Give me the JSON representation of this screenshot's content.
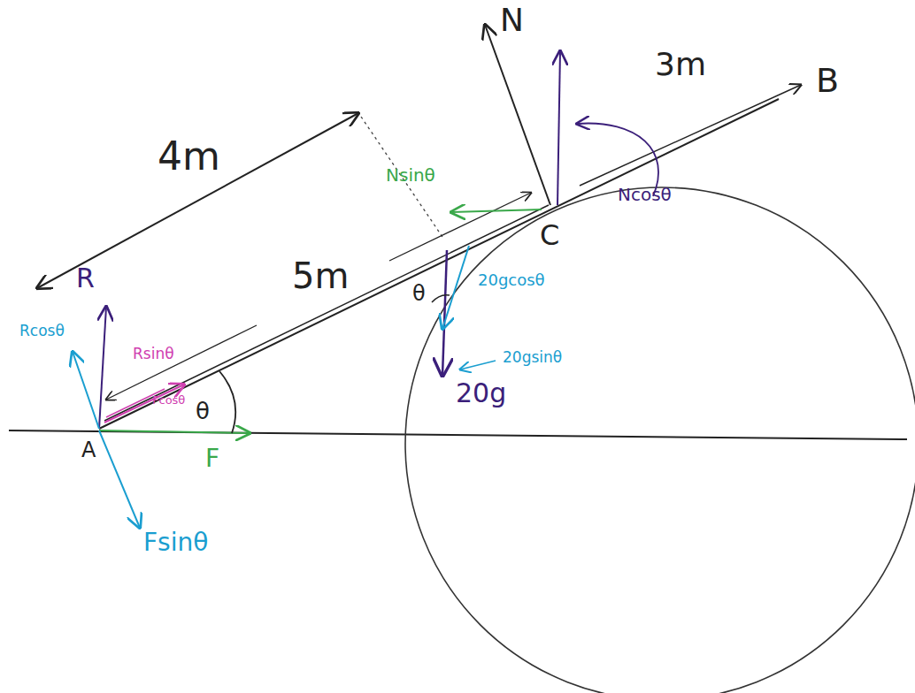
{
  "diagram": {
    "labels": [
      "4m",
      "5m",
      "3m",
      "B",
      "N",
      "Ncosθ",
      "Nsinθ",
      "C",
      "θ",
      "20gcosθ",
      "20gsinθ",
      "20g",
      "R",
      "Rcosθ",
      "Rsinθ",
      "Fcosθ",
      "θ",
      "A",
      "F",
      "Fsinθ"
    ]
  }
}
